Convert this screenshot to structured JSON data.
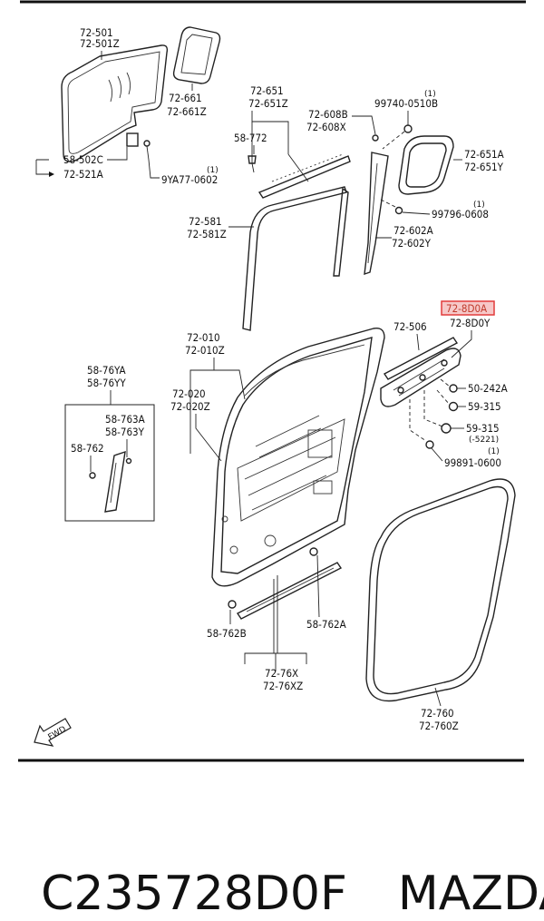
{
  "labels": {
    "l_72_501": "72-501",
    "l_72_501z": "72-501Z",
    "l_58_502c": "58-502C",
    "l_72_521a": "72-521A",
    "l_9ya77": "9YA77-0602",
    "l_9ya77_n": "(1)",
    "l_72_661": "72-661",
    "l_72_661z": "72-661Z",
    "l_72_651": "72-651",
    "l_72_651z": "72-651Z",
    "l_58_772": "58-772",
    "l_72_608b": "72-608B",
    "l_72_608x": "72-608X",
    "l_99740": "99740-0510B",
    "l_99740_n": "(1)",
    "l_72_651a": "72-651A",
    "l_72_651y": "72-651Y",
    "l_99796": "99796-0608",
    "l_99796_n": "(1)",
    "l_72_581": "72-581",
    "l_72_581z": "72-581Z",
    "l_72_602a": "72-602A",
    "l_72_602y": "72-602Y",
    "l_72_8d0a": "72-8D0A",
    "l_72_8d0y": "72-8D0Y",
    "l_72_506": "72-506",
    "l_72_010": "72-010",
    "l_72_010z": "72-010Z",
    "l_58_76ya": "58-76YA",
    "l_58_76yy": "58-76YY",
    "l_72_020": "72-020",
    "l_72_020z": "72-020Z",
    "l_50_242a": "50-242A",
    "l_59_315a": "59-315",
    "l_59_315b": "59-315",
    "l_5221": "(-5221)",
    "l_58_763a": "58-763A",
    "l_58_763y": "58-763Y",
    "l_58_762": "58-762",
    "l_99891_n": "(1)",
    "l_99891": "99891-0600",
    "l_58_762b": "58-762B",
    "l_58_762a": "58-762A",
    "l_72_76x": "72-76X",
    "l_72_76xz": "72-76XZ",
    "l_72_760": "72-760",
    "l_72_760z": "72-760Z",
    "l_fwd": "FWD"
  },
  "footer": {
    "part_number": "C235728D0F",
    "brand": "MAZDA"
  },
  "colors": {
    "highlight": "#e23c3c",
    "highlight_fill": "#f6c8c8",
    "ink": "#222222"
  }
}
